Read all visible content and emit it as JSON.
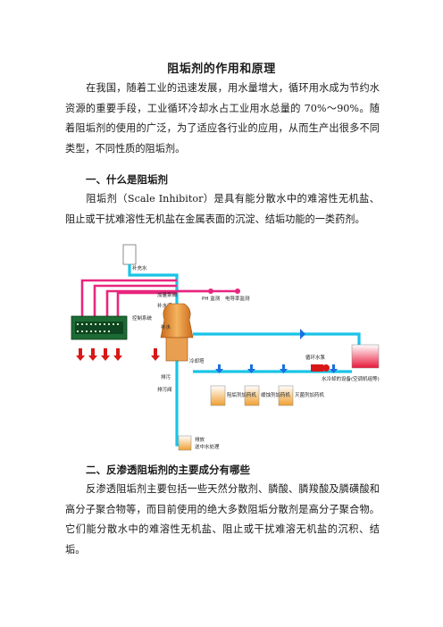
{
  "doc": {
    "title": "阻垢剂的作用和原理",
    "intro": "在我国，随着工业的迅速发展，用水量增大，循环用水成为节约水资源的重要手段，工业循环冷却水占工业用水总量的 70%～90%。随着阻垢剂的使用的广泛，为了适应各行业的应用，从而生产出很多不同类型，不同性质的阻垢剂。",
    "section1_heading": "一、什么是阻垢剂",
    "section1_text": "阻垢剂（Scale Inhibitor）是具有能分散水中的难溶性无机盐、阻止或干扰难溶性无机盐在金属表面的沉淀、结垢功能的一类药剂。",
    "section2_heading": "二、反渗透阻垢剂的主要成分有哪些",
    "section2_text": "反渗透阻垢剂主要包括一些天然分散剂、膦酸、膦羧酸及膦磺酸和高分子聚合物等，而目前使用的绝大多数阻垢分散剂是高分子聚合物。它们能分散水中的难溶性无机盐、阻止或干扰难溶无机盐的沉积、结垢。"
  },
  "diagram": {
    "labels": {
      "makeup_water": "补充水",
      "dosing_pump": "加量泵阀",
      "makeup_valve": "补水阀",
      "ph_meter": "PH 监测",
      "conductivity": "电导率监测",
      "control_system": "控制系统",
      "makeup": "补水",
      "circulation_pump": "循环水泵",
      "cooling_tower": "冷却塔",
      "equipment": "水冷却的设备(空调机组等)",
      "blowdown": "排污",
      "drain_valve": "排污阀",
      "scale_inhibitor_feeder": "阻垢剂加药机",
      "biocide_feeder": "缓蚀剂加药机",
      "sterilant_feeder": "灭菌剂加药机",
      "drain": "排放",
      "drain_sub": "送中水处理"
    },
    "colors": {
      "cyan_pipe": "#19c4e6",
      "magenta_pipe": "#e8267e",
      "red_arrow": "#d81818",
      "blue_arrow": "#1a6fe0",
      "tower": "#e88f2c",
      "controller": "#1d6b34"
    }
  }
}
